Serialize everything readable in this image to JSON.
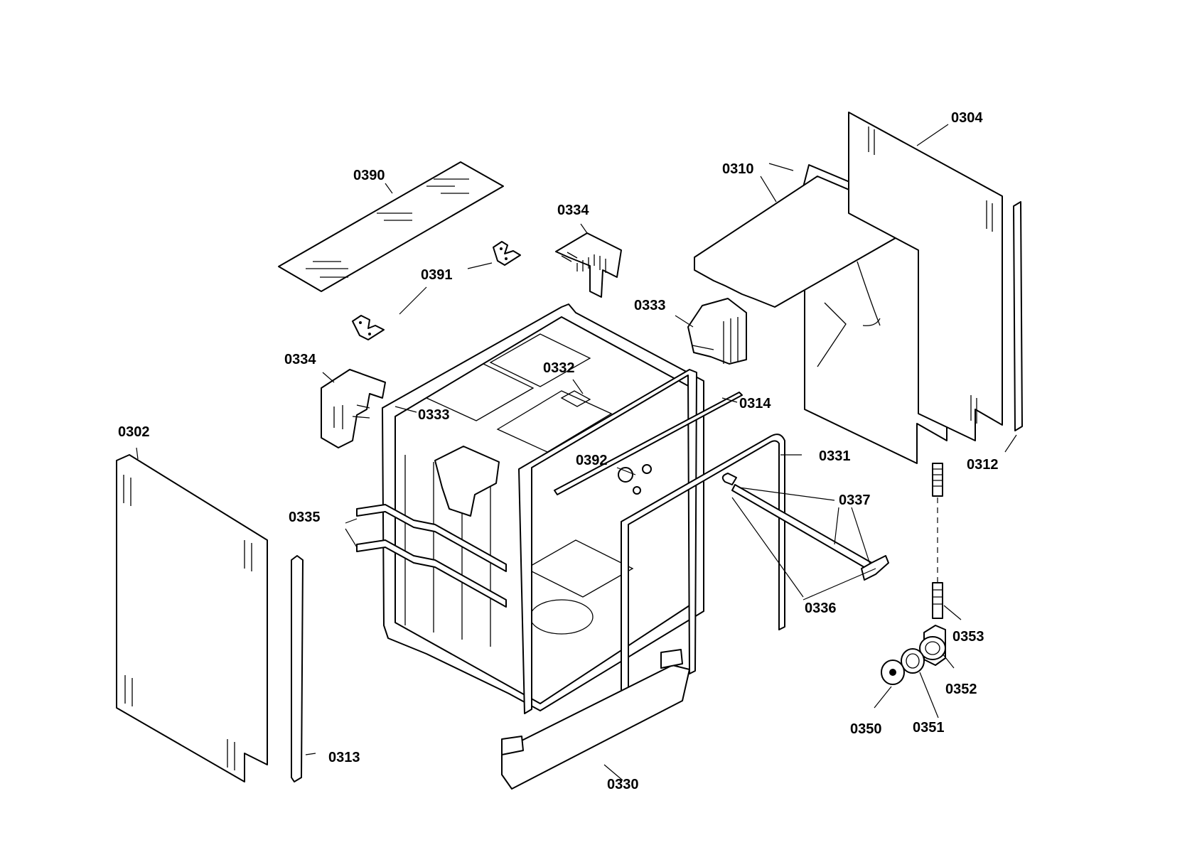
{
  "labels": {
    "p0304": "0304",
    "p0310": "0310",
    "p0390": "0390",
    "p0334a": "0334",
    "p0391": "0391",
    "p0333a": "0333",
    "p0334b": "0334",
    "p0332": "0332",
    "p0333b": "0333",
    "p0314": "0314",
    "p0302": "0302",
    "p0331": "0331",
    "p0312": "0312",
    "p0392": "0392",
    "p0337": "0337",
    "p0335": "0335",
    "p0336": "0336",
    "p0353": "0353",
    "p0352": "0352",
    "p0313": "0313",
    "p0350": "0350",
    "p0351": "0351",
    "p0330": "0330"
  }
}
